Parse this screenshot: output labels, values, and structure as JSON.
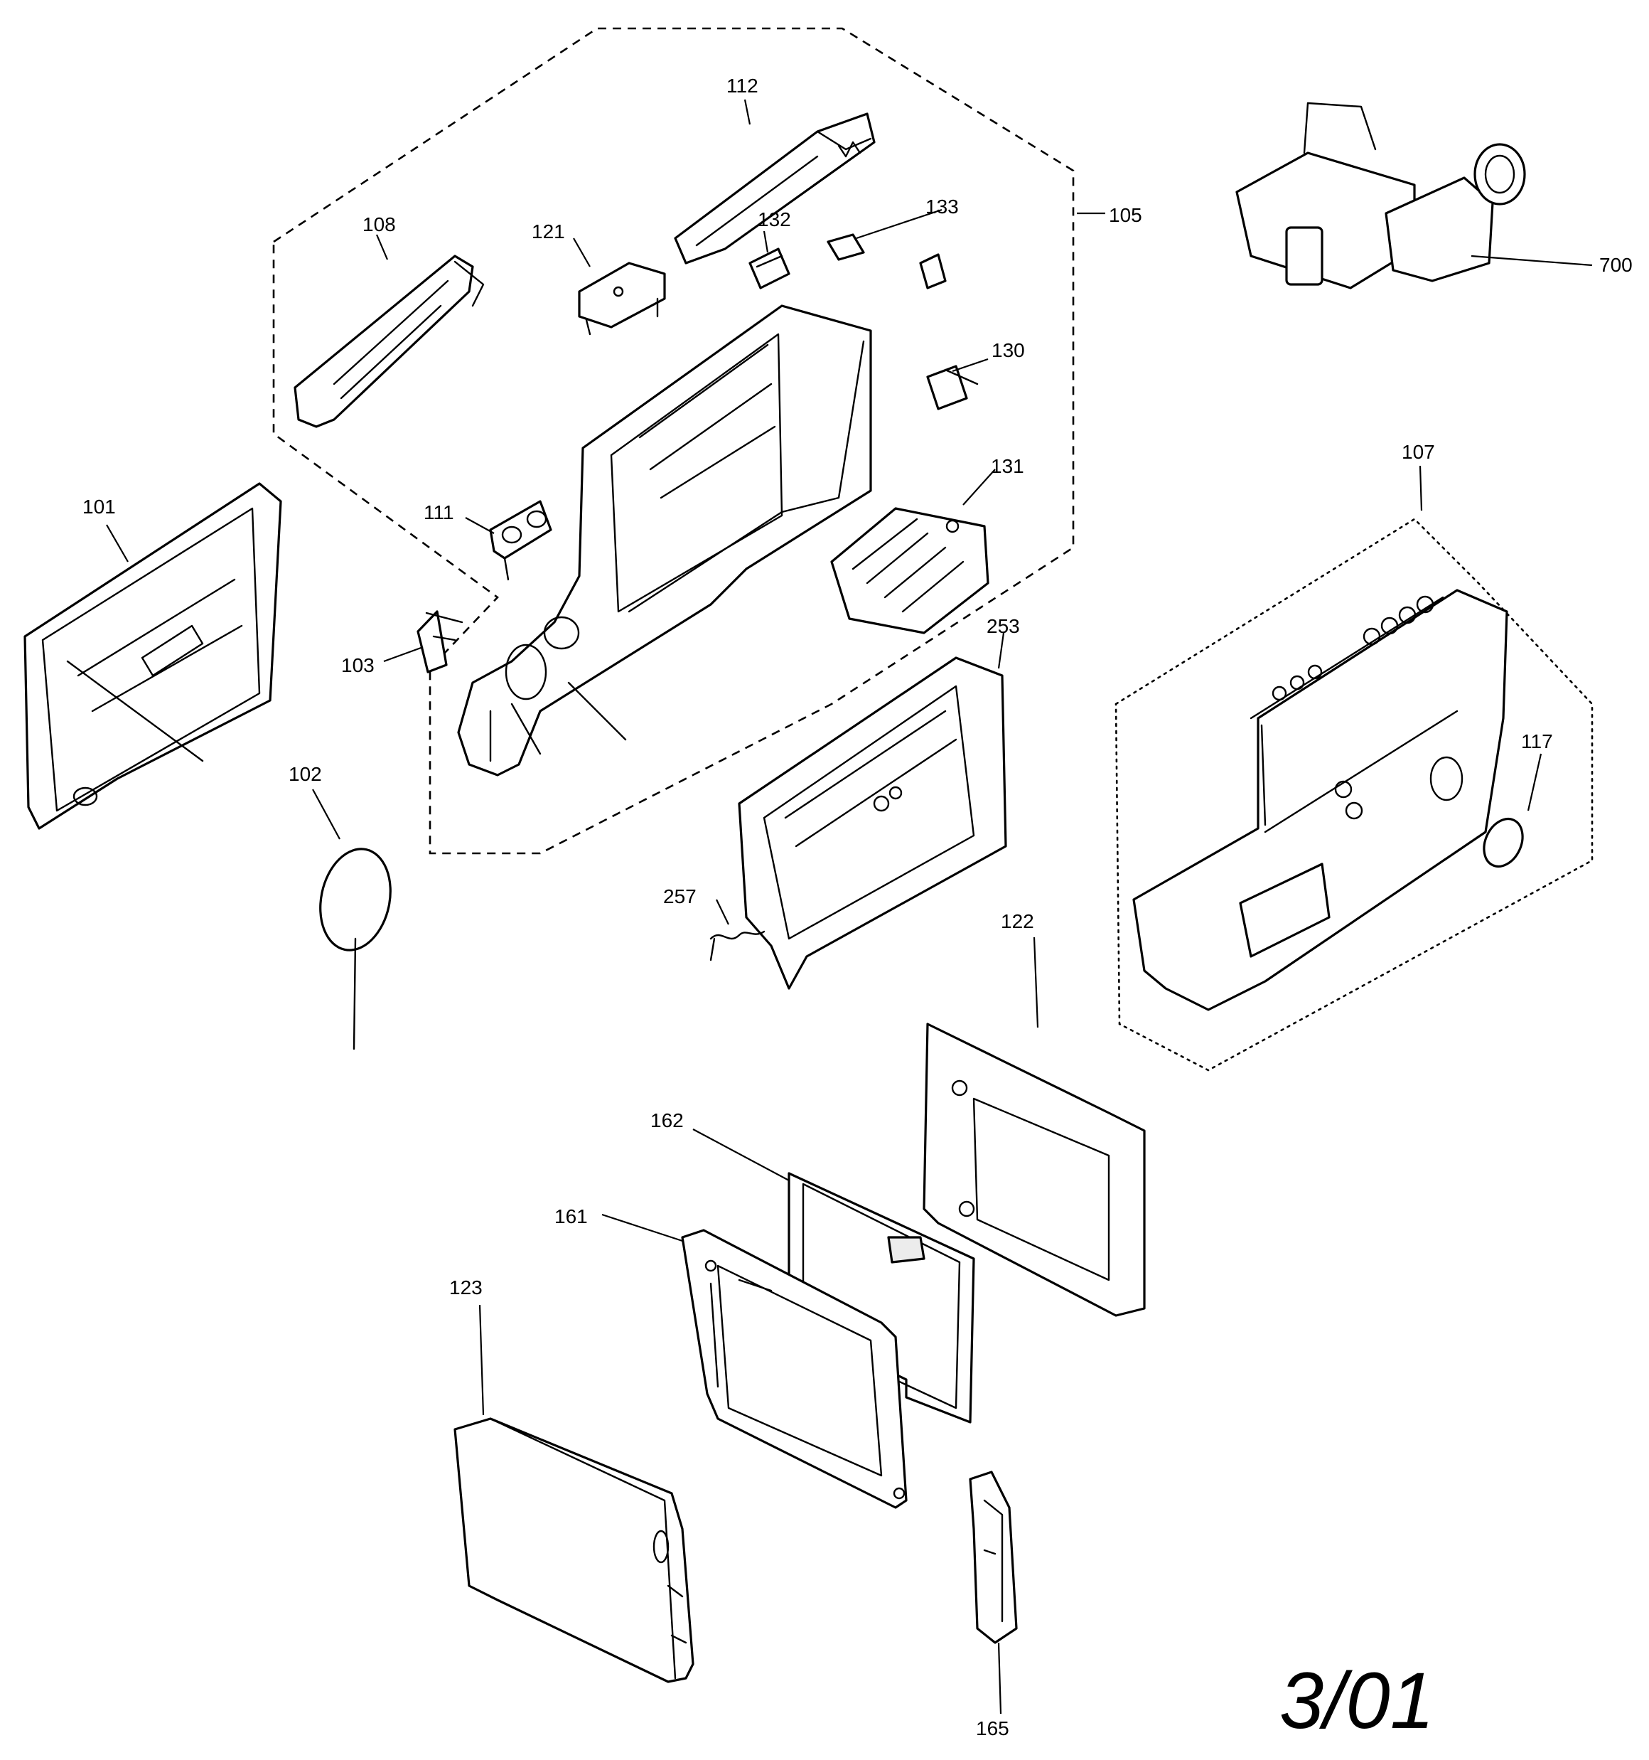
{
  "callouts": {
    "c101": "101",
    "c102": "102",
    "c103": "103",
    "c105": "105",
    "c107": "107",
    "c108": "108",
    "c111": "111",
    "c112": "112",
    "c117": "117",
    "c121": "121",
    "c122": "122",
    "c123": "123",
    "c130": "130",
    "c131": "131",
    "c132": "132",
    "c133": "133",
    "c161": "161",
    "c162": "162",
    "c165": "165",
    "c253": "253",
    "c257": "257",
    "c700": "700"
  },
  "date_stamp": "3/01"
}
